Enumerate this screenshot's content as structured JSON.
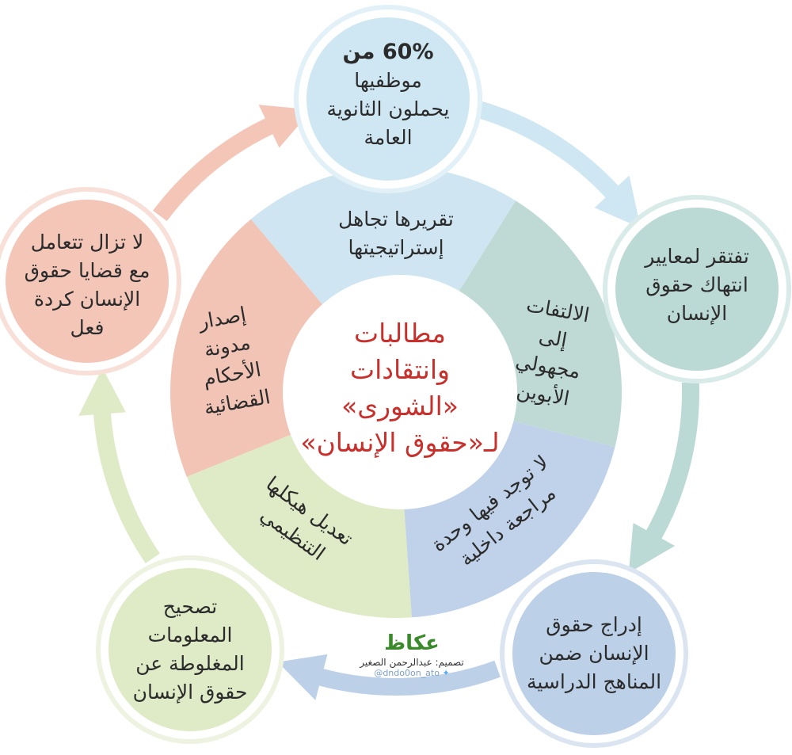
{
  "title": [
    "مطالبات",
    "وانتقادات",
    "«الشورى»",
    "لـ«حقوق الإنسان»"
  ],
  "segments": [
    {
      "lines": [
        "تقريرها تجاهل",
        "إستراتيجيتها"
      ],
      "color": "#cfe6f2"
    },
    {
      "lines": [
        "الالتفات",
        "إلى",
        "مجهولي",
        "الأبوين"
      ],
      "color": "#bfdad5"
    },
    {
      "lines": [
        "لا توجد فيها وحدة",
        "مراجعة داخلية"
      ],
      "color": "#bfd2ea"
    },
    {
      "lines": [
        "تعديل هيكلها",
        "التنظيمي"
      ],
      "color": "#dfeac6"
    },
    {
      "lines": [
        "إصدار",
        "مدونة",
        "الأحكام",
        "القضائية"
      ],
      "color": "#f2c4b5"
    }
  ],
  "circles": [
    {
      "lines": [
        "60% من",
        "موظفيها",
        "يحملون الثانوية",
        "العامة"
      ],
      "color": "#cfe7f3",
      "ring": "#e2f0f7"
    },
    {
      "lines": [
        "تفتقر لمعايير",
        "انتهاك حقوق",
        "الإنسان"
      ],
      "color": "#bcdad5",
      "ring": "#d9ebe8"
    },
    {
      "lines": [
        "إدراج حقوق",
        "الإنسان ضمن",
        "المناهج الدراسية"
      ],
      "color": "#bcd0e8",
      "ring": "#dbe5f2"
    },
    {
      "lines": [
        "تصحيح",
        "المعلومات",
        "المغلوطة عن",
        "حقوق الإنسان"
      ],
      "color": "#dfeac6",
      "ring": "#edf3e0"
    },
    {
      "lines": [
        "لا تزال تتعامل",
        "مع قضايا حقوق",
        "الإنسان كردة",
        "فعل"
      ],
      "color": "#f3c6b8",
      "ring": "#f8e0d8"
    }
  ],
  "credit": {
    "logo": "عكاظ",
    "designer": "تصميم: عبدالرحمن الصغير",
    "twitter": "@dndo0on_ato",
    "twitter_icon": "twitter-bird-icon"
  }
}
